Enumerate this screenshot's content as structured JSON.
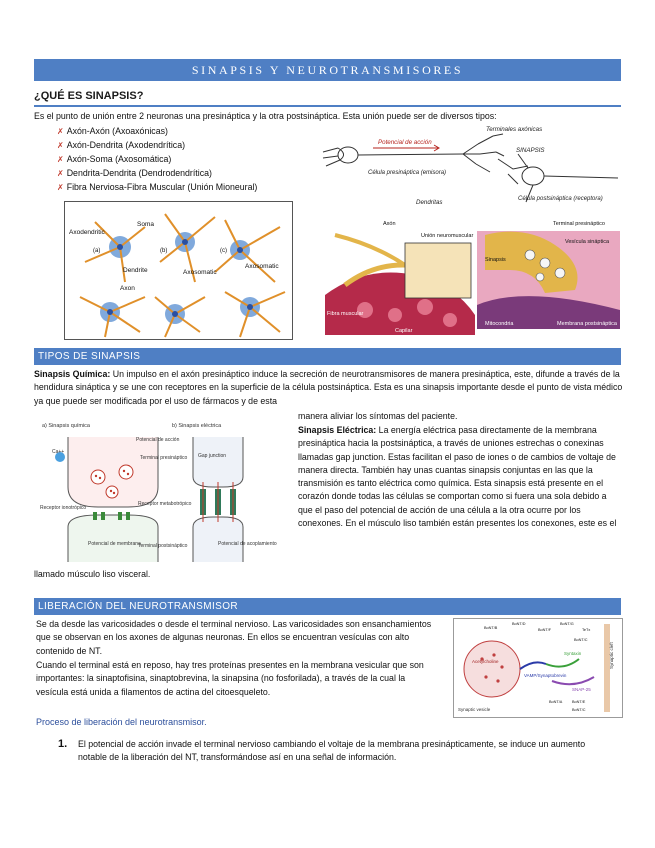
{
  "title": "SINAPSIS Y NEUROTRANSMISORES",
  "section1": {
    "heading": "¿QUÉ ES SINAPSIS?",
    "intro": "Es el punto de unión entre 2 neuronas una presináptica y la otra postsináptica. Esta unión puede ser de diversos tipos:",
    "types": [
      "Axón-Axón (Axoaxónicas)",
      "Axón-Dendrita (Axodendrítica)",
      "Axón-Soma (Axosomática)",
      "Dendrita-Dendrita (Dendrodendrítica)",
      "Fibra Nerviosa-Fibra Muscular (Unión Mioneural)"
    ],
    "bullet_glyph": "✗",
    "fig_neuron_labels": {
      "terminals": "Terminales axónicas",
      "impulse": "Potencial de acción",
      "synapse": "SINAPSIS",
      "pre": "Célula presináptica (emisora)",
      "post": "Célula postsináptica (receptora)",
      "dendrites": "Dendritas"
    },
    "fig_types_labels": {
      "axodendritic": "Axodendritic",
      "soma": "Soma",
      "axosomatic1": "Axosomatic",
      "axosomatic2": "Axosomatic",
      "dendrite": "Dendrite",
      "axon": "Axon",
      "a": "(a)",
      "b": "(b)",
      "c": "(c)"
    },
    "fig_nmj_labels": {
      "axon": "Axón",
      "union": "Unión neuromuscular",
      "fibra": "Fibra muscular",
      "capilar": "Capilar",
      "terminal": "Terminal presináptico",
      "vesicula": "Vesícula sináptica",
      "mito": "Mitocondria",
      "membrana": "Membrana postsináptica",
      "sinapsis": "Sinapsis"
    }
  },
  "section2": {
    "heading": "TIPOS DE SINAPSIS",
    "chem_label": "Sinapsis Química:",
    "chem_text": " Un impulso en el axón presináptico induce la secreción de neurotransmisores de manera presináptica, este, difunde a través de la hendidura sináptica y se une con receptores en la superficie de la célula postsináptica. Esta es una sinapsis importante desde el punto de vista médico ya que puede ser modificada por el uso de fármacos y de esta",
    "chem_text2": "manera aliviar los síntomas del paciente.",
    "elec_label": "Sinapsis Eléctrica:",
    "elec_text": " La energía eléctrica pasa directamente de la membrana presináptica hacia la postsináptica, a través de uniones estrechas o conexinas llamadas gap junction. Estas facilitan el paso de iones o de cambios de voltaje de manera directa. También hay unas cuantas sinapsis conjuntas en las que la transmisión es tanto eléctrica como química. Esta sinapsis está presente en el corazón donde todas las células se comportan como si fuera una sola debido a que el paso del potencial de acción de una célula a la otra ocurre por los conexones. En el músculo liso también están presentes los conexones, este es el",
    "elec_tail": "llamado músculo liso visceral.",
    "fig_labels": {
      "a": "a) Sinapsis química",
      "b": "b) Sinapsis eléctrica",
      "pot": "Potencial de acción",
      "term": "Terminal presináptico",
      "gap": "Gap junction",
      "receptor": "Receptor ionotrópico",
      "metab": "Receptor metabotrópico",
      "potmem": "Potencial de membrana",
      "postsin": "Terminal postsináptico",
      "acopl": "Potencial de acoplamiento",
      "ca": "Ca++"
    }
  },
  "section3": {
    "heading": "LIBERACIÓN DEL NEUROTRANSMISOR",
    "p1": "Se da desde las varicosidades o desde el terminal nervioso. Las varicosidades son ensanchamientos que se observan en los axones de algunas neuronas. En ellos se encuentran vesículas con alto contenido de NT.",
    "p2": "Cuando el terminal está en reposo, hay tres proteínas presentes en la membrana vesicular que son importantes: la sinaptofisina, sinaptobrevina, la sinapsina (no fosforilada), a través de la cual la vesícula está unida a filamentos de actina del citoesqueleto.",
    "link": "Proceso de liberación del neurotransmisor.",
    "steps": [
      {
        "n": "1.",
        "text": "El potencial de acción invade el terminal nervioso cambiando el voltaje de la membrana presinápticamente, se induce un aumento notable de la liberación del NT, transformándose así en una señal de información."
      }
    ],
    "fig_labels": {
      "ach": "Acetylcholine",
      "vamp": "VAMP/Synaptobrevin",
      "syntaxin": "Syntaxin",
      "snap": "SNAP-25",
      "vesicle": "Synaptic vesicle",
      "cleft": "Synaptic cleft",
      "bont": [
        "BoNT/B",
        "BoNT/D",
        "BoNT/F",
        "BoNT/G",
        "TeTx",
        "BoNT/C",
        "BoNT/A",
        "BoNT/E",
        "BoNT/C"
      ]
    }
  },
  "colors": {
    "accent": "#4f7fc4",
    "bullet": "#c0392b",
    "link": "#2d4f9c"
  }
}
